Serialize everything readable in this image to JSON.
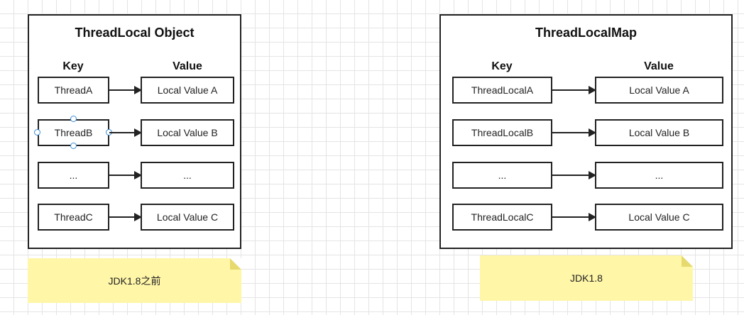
{
  "left_panel": {
    "title": "ThreadLocal Object",
    "key_header": "Key",
    "value_header": "Value",
    "rows": [
      {
        "key": "ThreadA",
        "value": "Local Value A"
      },
      {
        "key": "ThreadB",
        "value": "Local Value B"
      },
      {
        "key": "...",
        "value": "..."
      },
      {
        "key": "ThreadC",
        "value": "Local Value C"
      }
    ],
    "note": "JDK1.8之前"
  },
  "right_panel": {
    "title": "ThreadLocalMap",
    "key_header": "Key",
    "value_header": "Value",
    "rows": [
      {
        "key": "ThreadLocalA",
        "value": "Local Value A"
      },
      {
        "key": "ThreadLocalB",
        "value": "Local Value B"
      },
      {
        "key": "...",
        "value": "..."
      },
      {
        "key": "ThreadLocalC",
        "value": "Local Value C"
      }
    ],
    "note": "JDK1.8"
  },
  "colors": {
    "note_fill": "#fff6a8",
    "selection_handle": "#3a8fd6",
    "stroke": "#222222"
  }
}
